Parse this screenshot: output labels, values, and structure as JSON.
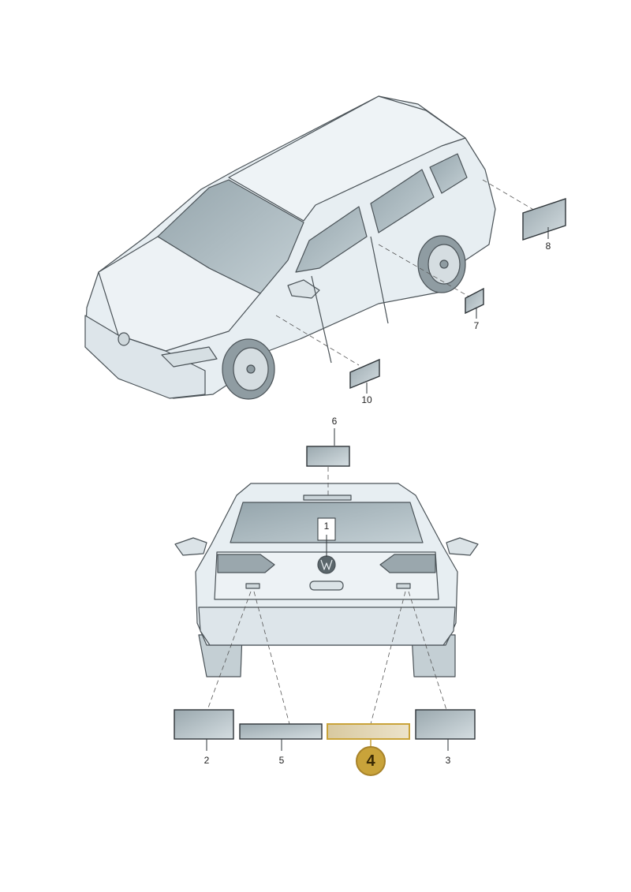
{
  "callouts": {
    "c1": "1",
    "c2": "2",
    "c3": "3",
    "c4": "4",
    "c5": "5",
    "c6": "6",
    "c7": "7",
    "c8": "8",
    "c10": "10"
  },
  "highlighted_callout": "4",
  "colors": {
    "highlight": "#c9a33a",
    "line": "#333333",
    "body_fill": "#e6edf1",
    "glass_fill": "#a9b7bd",
    "label_fill": "#b9c7cd"
  }
}
